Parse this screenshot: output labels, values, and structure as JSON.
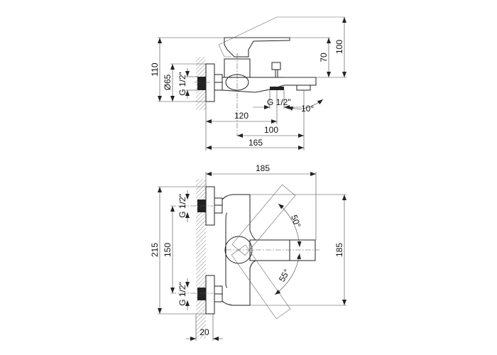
{
  "side_view": {
    "dim_height_total": "110",
    "dim_flange_diameter": "Ø65",
    "dim_wall_thread": "G 1/2\"",
    "dim_lever_height": "70",
    "dim_lever_raised_height": "100",
    "dim_outlet_thread": "G 1/2\"",
    "dim_spout_angle": "10°",
    "dim_outlet_distance": "120",
    "dim_spout_from_axis": "100",
    "dim_total_depth": "165"
  },
  "top_view": {
    "dim_width_top": "185",
    "dim_height_total": "215",
    "dim_inlet_spacing": "150",
    "dim_inlet_thread_upper": "G 1/2\"",
    "dim_inlet_thread_lower": "G 1/2\"",
    "dim_body_height": "185",
    "dim_angle_up": "50°",
    "dim_angle_down": "55°",
    "dim_wall_depth": "20"
  }
}
